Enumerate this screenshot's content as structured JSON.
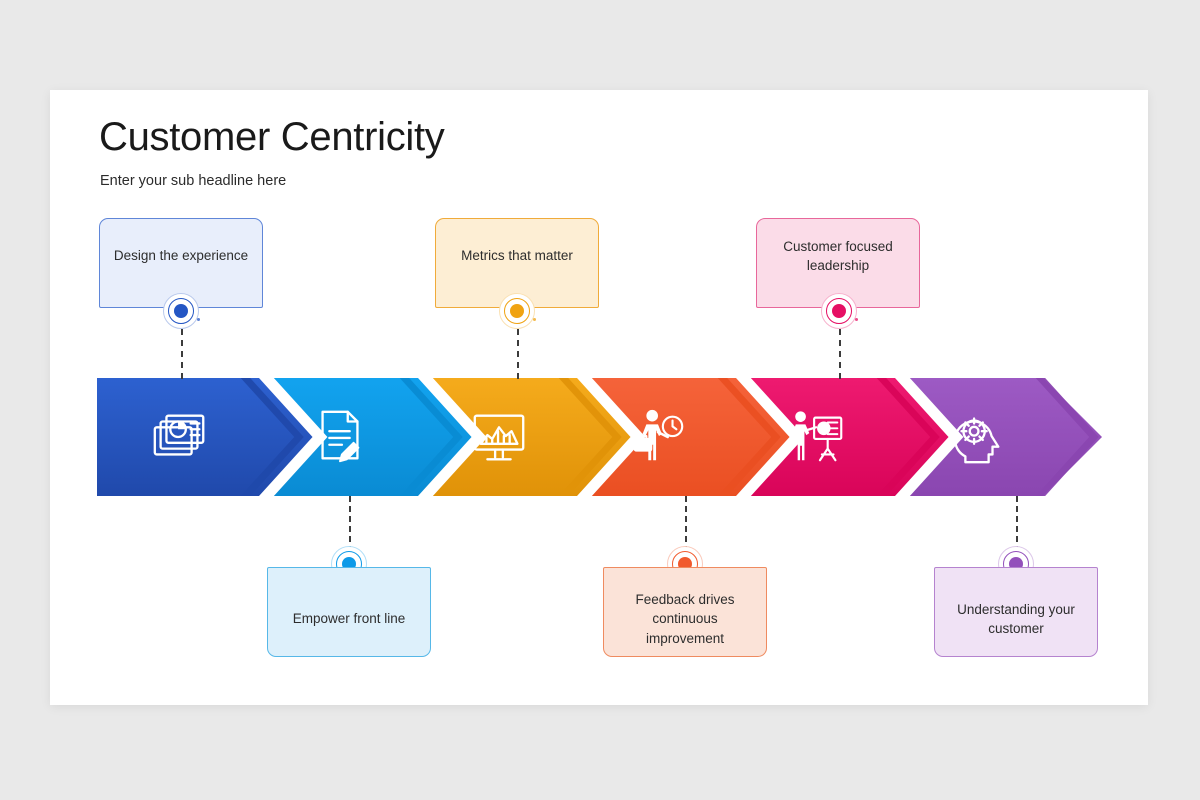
{
  "slide": {
    "title": "Customer Centricity",
    "subtitle": "Enter your sub headline here",
    "background_color": "#e9e9e9",
    "surface_color": "#ffffff"
  },
  "chart_data": {
    "type": "diagram",
    "title": "Customer Centricity",
    "subtitle": "Enter your sub headline here",
    "layout": "horizontal chevron process band with six segments and alternating callout boxes",
    "steps": [
      {
        "index": 1,
        "label": "Design the experience",
        "position": "top",
        "color": "#2456c4",
        "fill": "#e8eefb",
        "border": "#5f86d8",
        "icon": "slides-pie-chart-icon"
      },
      {
        "index": 2,
        "label": "Empower front line",
        "position": "bottom",
        "color": "#0d9ae8",
        "fill": "#ddf0fb",
        "border": "#56b8e8",
        "icon": "document-pen-icon"
      },
      {
        "index": 3,
        "label": "Metrics that matter",
        "position": "top",
        "color": "#f0a312",
        "fill": "#fdeed4",
        "border": "#f0ab3a",
        "icon": "monitor-chart-icon"
      },
      {
        "index": 4,
        "label": "Feedback drives continuous improvement",
        "position": "bottom",
        "color": "#f15a2d",
        "fill": "#fbe3d8",
        "border": "#ef8b60",
        "icon": "businessman-clock-icon"
      },
      {
        "index": 5,
        "label": "Customer focused leadership",
        "position": "top",
        "color": "#e60f64",
        "fill": "#fbdce8",
        "border": "#e8679b",
        "icon": "presenter-board-icon"
      },
      {
        "index": 6,
        "label": "Understanding your customer",
        "position": "bottom",
        "color": "#9350bb",
        "fill": "#f0e2f5",
        "border": "#b583cf",
        "icon": "head-gear-icon"
      }
    ]
  }
}
